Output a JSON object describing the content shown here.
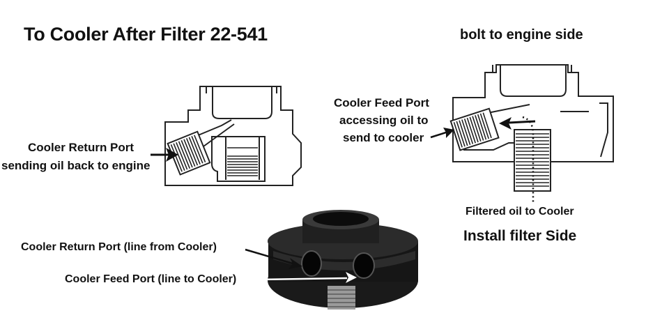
{
  "title": "To Cooler After Filter  22-541",
  "bolt_label": "bolt to engine side",
  "left_diagram": {
    "return_port_line1": "Cooler Return Port",
    "return_port_line2": "sending oil back to engine"
  },
  "right_diagram": {
    "feed_port_line1": "Cooler Feed Port",
    "feed_port_line2": "accessing oil to",
    "feed_port_line3": "send to cooler",
    "filtered_label": "Filtered oil to Cooler",
    "install_label": "Install filter Side"
  },
  "photo": {
    "return_port_label": "Cooler Return Port (line from Cooler)",
    "feed_port_label": "Cooler Feed Port (line to Cooler)"
  }
}
